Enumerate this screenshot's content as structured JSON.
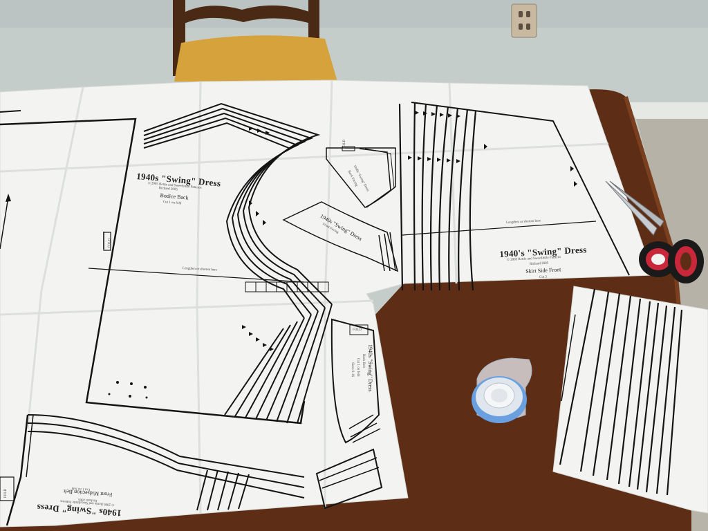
{
  "scene": {
    "colors": {
      "wall": "#c5cdcb",
      "wall_top": "#a9b4b3",
      "baseboard": "#e6e8e4",
      "carpet": "#b7b2a8",
      "table": "#5d2e15",
      "table_highlight": "#7a3f1e",
      "chair_wood": "#4a2a14",
      "chair_seat": "#d6a23c",
      "paper": "#f3f4f2",
      "paper_shadow": "#d7dad7",
      "ink": "#141414",
      "scissor_handle": "#1a1a1a",
      "scissor_grip": "#c8283a",
      "tape_ring": "#6aa0e0"
    }
  },
  "pattern": {
    "bodice_back": {
      "title": "1940s \"Swing\" Dress",
      "credit": "© 2005 Rettie and Sweetlitttle Patterns",
      "credit2": "Richard 2005",
      "piece_name": "Bodice Back",
      "cut": "Cut 1 on fold",
      "lengthen": "Lengthen or shorten here",
      "fold": "FOLD"
    },
    "skirt_side_front": {
      "title": "1940's \"Swing\" Dress",
      "credit": "© 2005 Rettie and Sweetlitttle Patterns",
      "credit2": "Richard 2005",
      "piece_name": "Skirt Side Front",
      "cut": "Cut 2",
      "lengthen": "Lengthen or shorten here"
    },
    "small_piece": {
      "title": "1940s \"Swing\" Dress",
      "line2": "Back Facing",
      "fold": "FOLD"
    },
    "collar_piece": {
      "title": "1940s \"Swing\" Dress",
      "line2": "Front Facing"
    },
    "back_belt": {
      "title": "1940s \"Swing\" Dress",
      "piece_name": "Back Belt",
      "cut": "Cut 1 on fold",
      "size": "Sizes 6-16",
      "fold": "FOLD"
    },
    "front_midsection": {
      "title": "1940s \"Swing\" Dress",
      "credit": "© 2005 Rettie and Sweetlitttle Patterns",
      "credit2": "Richard 2005",
      "piece_name": "Front Midsection Belt",
      "cut": "Cut 1 on fold",
      "fold": "FOLD"
    }
  }
}
